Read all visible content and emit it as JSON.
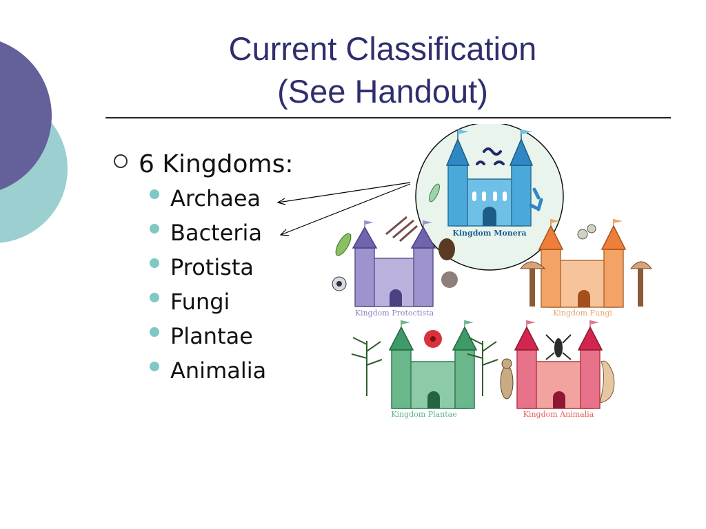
{
  "slide": {
    "title_line1": "Current Classification",
    "title_line2": "(See Handout)",
    "bullet": "6 Kingdoms:",
    "items": [
      "Archaea",
      "Bacteria",
      "Protista",
      "Fungi",
      "Plantae",
      "Animalia"
    ]
  },
  "illustration": {
    "monera_label": "Kingdom Monera",
    "protoctista_label": "Kingdom Protoctista",
    "fungi_label": "Kingdom Fungi",
    "plantae_label": "Kingdom Plantae",
    "animalia_label": "Kingdom Animalia"
  },
  "colors": {
    "title": "#2e2e6e",
    "deco_purple": "#63609a",
    "deco_teal": "#9ccfd0",
    "bullet_dot": "#7fc8c4"
  }
}
